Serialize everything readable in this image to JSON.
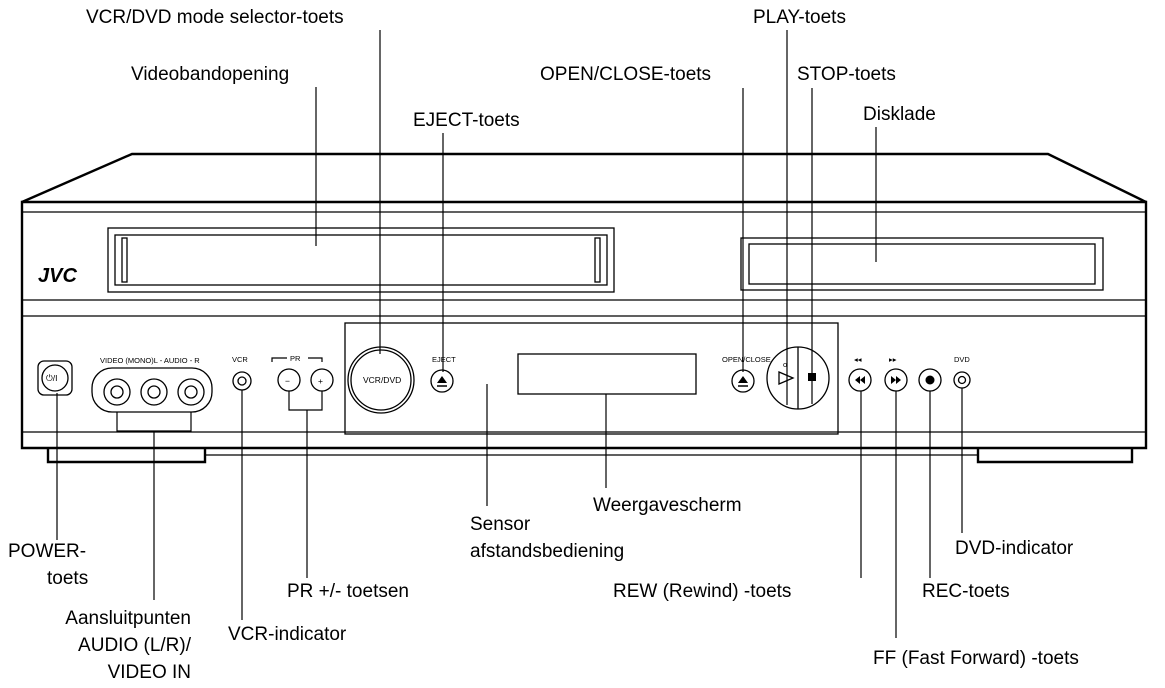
{
  "device": {
    "brand_logo": "JVC",
    "panel_text": {
      "video_audio_jacks": "VIDEO (MONO)L - AUDIO - R",
      "vcr": "VCR",
      "pr": "PR",
      "vcr_dvd_button": "VCR/DVD",
      "eject": "EJECT",
      "open_close": "OPEN/CLOSE",
      "dvd": "DVD"
    }
  },
  "labels": {
    "vcr_dvd_selector": "VCR/DVD mode selector-toets",
    "tape_slot": "Videobandopening",
    "eject_button": "EJECT-toets",
    "open_close_button": "OPEN/CLOSE-toets",
    "play_button": "PLAY-toets",
    "stop_button": "STOP-toets",
    "disc_tray": "Disklade",
    "power_line1": "POWER-",
    "power_line2": "toets",
    "inputs_line1": "Aansluitpunten",
    "inputs_line2": "AUDIO (L/R)/",
    "inputs_line3": "VIDEO IN",
    "vcr_indicator": "VCR-indicator",
    "pr_buttons": "PR +/- toetsen",
    "sensor_line1": "Sensor",
    "sensor_line2": "afstandsbediening",
    "display": "Weergavescherm",
    "rew_button": "REW (Rewind) -toets",
    "ff_button": "FF (Fast Forward) -toets",
    "rec_button": "REC-toets",
    "dvd_indicator": "DVD-indicator"
  }
}
